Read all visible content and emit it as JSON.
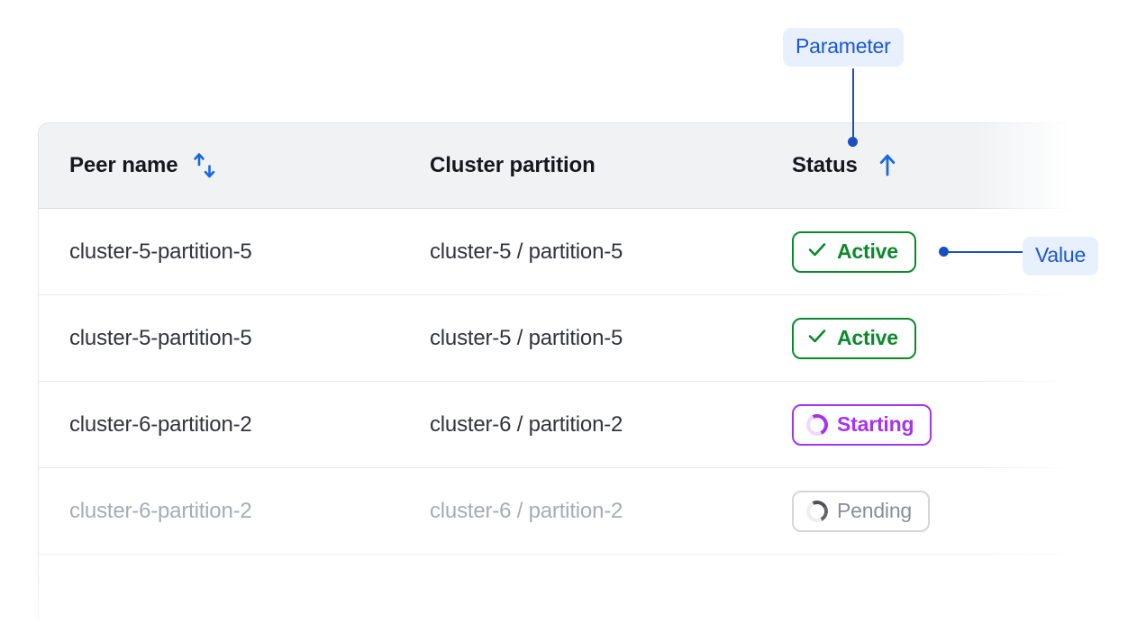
{
  "table": {
    "columns": [
      {
        "key": "peer_name",
        "label": "Peer name",
        "sort_icon": "sort-both-arrows-icon",
        "sort_state": "unsorted"
      },
      {
        "key": "cluster_partition",
        "label": "Cluster partition",
        "sort_icon": null,
        "sort_state": "none"
      },
      {
        "key": "status",
        "label": "Status",
        "sort_icon": "arrow-up-icon",
        "sort_state": "ascending"
      }
    ],
    "rows": [
      {
        "peer_name": "cluster-5-partition-5",
        "cluster_partition": "cluster-5 / partition-5",
        "status": "Active",
        "status_kind": "active",
        "status_icon": "check-icon",
        "muted": false
      },
      {
        "peer_name": "cluster-5-partition-5",
        "cluster_partition": "cluster-5 / partition-5",
        "status": "Active",
        "status_kind": "active",
        "status_icon": "check-icon",
        "muted": false
      },
      {
        "peer_name": "cluster-6-partition-2",
        "cluster_partition": "cluster-6 / partition-2",
        "status": "Starting",
        "status_kind": "starting",
        "status_icon": "spinner-icon",
        "muted": false
      },
      {
        "peer_name": "cluster-6-partition-2",
        "cluster_partition": "cluster-6 / partition-2",
        "status": "Pending",
        "status_kind": "pending",
        "status_icon": "spinner-icon",
        "muted": true
      }
    ]
  },
  "annotations": {
    "parameter": {
      "label": "Parameter",
      "target": "status-column-header"
    },
    "value": {
      "label": "Value",
      "target": "status-badge-row-1"
    }
  },
  "colors": {
    "accent_blue": "#1a4fc4",
    "chip_bg": "#e8f0fe",
    "chip_text": "#1a56d6",
    "status_active": "#0a8a2b",
    "status_starting": "#a733ef",
    "status_pending": "#8b8e96",
    "header_bg": "#f1f2f4",
    "text_primary": "#32343b",
    "text_muted": "#a8abb3",
    "sort_icon_blue": "#1668e3"
  }
}
